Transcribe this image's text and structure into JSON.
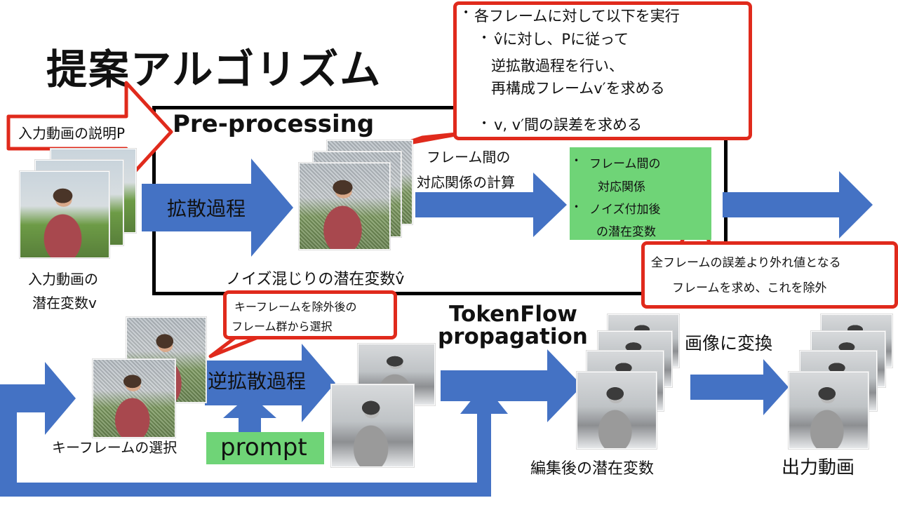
{
  "title": "提案アルゴリズム",
  "input_label": "入力動画の説明P",
  "preprocessing_title": "Pre-processing",
  "diffusion_label": "拡散過程",
  "correspondence_arrow_label_1": "フレーム間の",
  "correspondence_arrow_label_2": "対応関係の計算",
  "green_box": {
    "item1_line1": "フレーム間の",
    "item1_line2": "対応関係",
    "item2_line1": "ノイズ付加後",
    "item2_line2": "の潜在変数"
  },
  "noisy_latent_label": "ノイズ混じりの潜在変数v̂",
  "input_latent_label_1": "入力動画の",
  "input_latent_label_2": "潜在変数v",
  "callout_top": {
    "line1": "各フレームに対して以下を実行",
    "line2": "v̂に対し、Pに従って",
    "line3": "逆拡散過程を行い、",
    "line4": "再構成フレームv′を求める",
    "line5": "v, v′間の誤差を求める"
  },
  "callout_outlier": {
    "line1": "全フレームの誤差より外れ値となる",
    "line2": "フレームを求め、これを除外"
  },
  "callout_keyframe": {
    "line1": "キーフレームを除外後の",
    "line2": "フレーム群から選択"
  },
  "keyframe_label": "キーフレームの選択",
  "reverse_diffusion_label": "逆拡散過程",
  "prompt_label": "prompt",
  "tokenflow_line1": "TokenFlow",
  "tokenflow_line2": "propagation",
  "edited_latent_label": "編集後の潜在変数",
  "to_image_label": "画像に変換",
  "output_label": "出力動画",
  "colors": {
    "arrow": "#4472c4",
    "red": "#e02a1c",
    "green": "#6fd477"
  }
}
